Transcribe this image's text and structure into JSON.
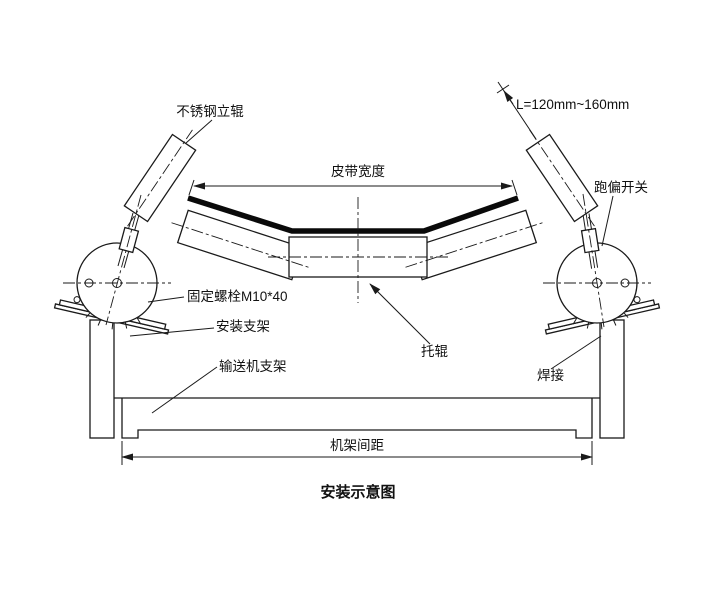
{
  "diagram": {
    "title": "安装示意图",
    "labels": {
      "vertical_roller": "不锈钢立辊",
      "length_range": "L=120mm~160mm",
      "belt_width": "皮带宽度",
      "deviation_switch": "跑偏开关",
      "fixing_bolt": "固定螺栓M10*40",
      "mounting_bracket": "安装支架",
      "idler_roller": "托辊",
      "conveyor_frame": "输送机支架",
      "weld": "焊接",
      "frame_spacing": "机架间距"
    },
    "colors": {
      "line": "#1a1a1a",
      "column_fill": "#a6a6a6",
      "belt": "#0a0a0a",
      "background": "#ffffff"
    }
  }
}
